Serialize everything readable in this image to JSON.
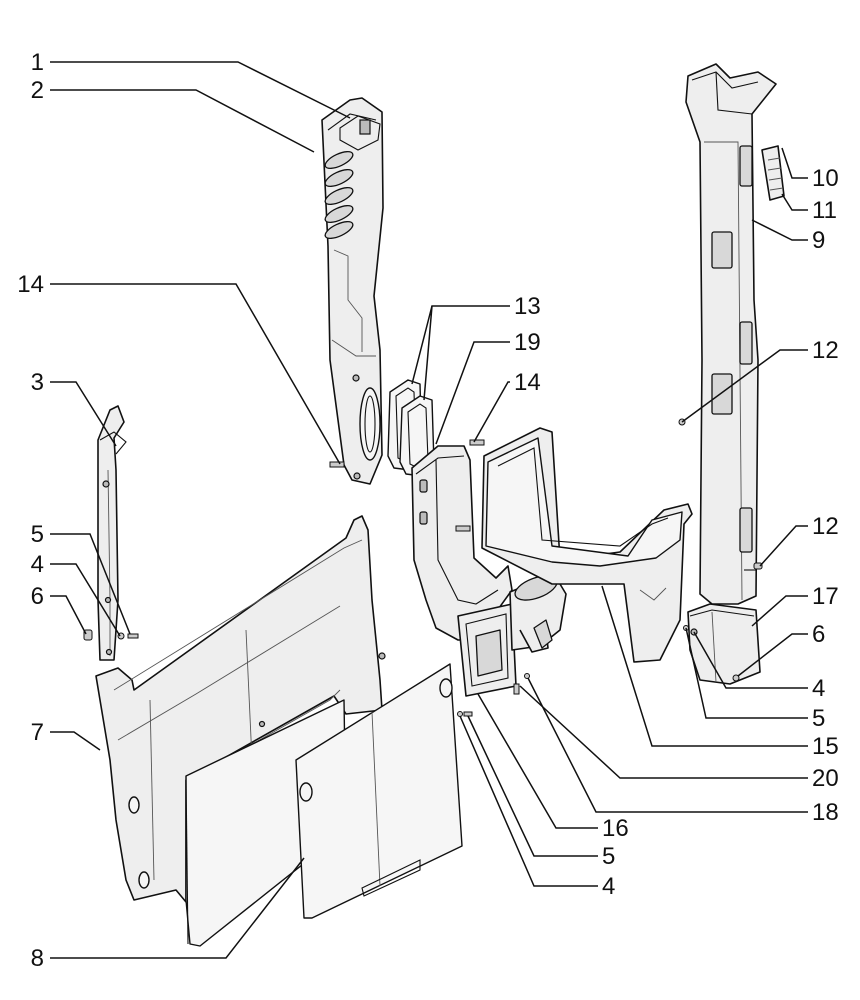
{
  "callouts": [
    {
      "id": "c1",
      "number": "1"
    },
    {
      "id": "c2",
      "number": "2"
    },
    {
      "id": "c3",
      "number": "3"
    },
    {
      "id": "c4a",
      "number": "4"
    },
    {
      "id": "c5a",
      "number": "5"
    },
    {
      "id": "c6a",
      "number": "6"
    },
    {
      "id": "c7",
      "number": "7"
    },
    {
      "id": "c8",
      "number": "8"
    },
    {
      "id": "c14a",
      "number": "14"
    },
    {
      "id": "c13",
      "number": "13"
    },
    {
      "id": "c19",
      "number": "19"
    },
    {
      "id": "c14b",
      "number": "14"
    },
    {
      "id": "c10",
      "number": "10"
    },
    {
      "id": "c11",
      "number": "11"
    },
    {
      "id": "c9",
      "number": "9"
    },
    {
      "id": "c12a",
      "number": "12"
    },
    {
      "id": "c12b",
      "number": "12"
    },
    {
      "id": "c17",
      "number": "17"
    },
    {
      "id": "c6b",
      "number": "6"
    },
    {
      "id": "c4b",
      "number": "4"
    },
    {
      "id": "c5b",
      "number": "5"
    },
    {
      "id": "c15",
      "number": "15"
    },
    {
      "id": "c20",
      "number": "20"
    },
    {
      "id": "c18",
      "number": "18"
    },
    {
      "id": "c16",
      "number": "16"
    },
    {
      "id": "c5c",
      "number": "5"
    },
    {
      "id": "c4c",
      "number": "4"
    }
  ]
}
